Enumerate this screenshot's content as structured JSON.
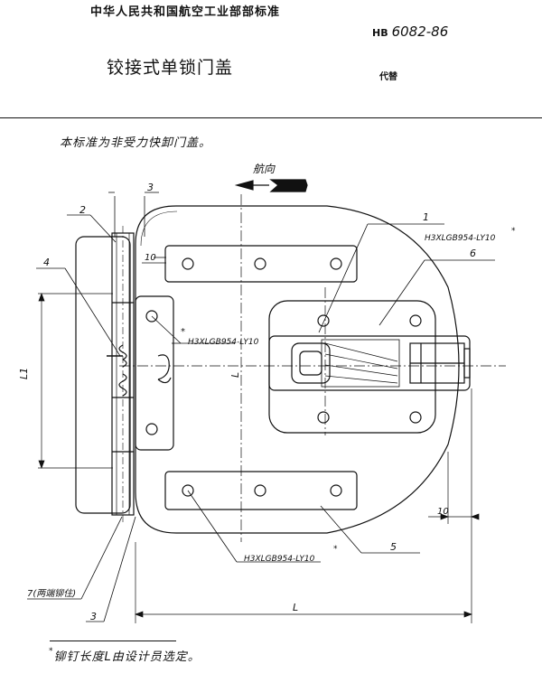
{
  "header": {
    "organization": "中华人民共和国航空工业部部标准",
    "title": "铰接式单锁门盖",
    "code_prefix": "HB",
    "code_number": "6082-86",
    "replaces": "代替"
  },
  "scope": "本标准为非受力快卸门盖。",
  "drawing": {
    "flight_direction": "航向",
    "callouts": [
      "1",
      "2",
      "3",
      "4",
      "5",
      "6",
      "7(两端铆住)",
      "3"
    ],
    "rivet_spec_top": "H3XLGB954-LY10",
    "rivet_spec_left": "H3XLGB954-LY10",
    "rivet_spec_bottom": "H3XLGB954-LY10",
    "star": "*",
    "dim_top": "3",
    "dim_top_plate": "10",
    "dim_right": "10",
    "dim_L1": "L1",
    "dim_L_center": "L",
    "dim_L_bottom": "L"
  },
  "footnote": {
    "star": "*",
    "text": "铆钉长度L由设计员选定。"
  }
}
